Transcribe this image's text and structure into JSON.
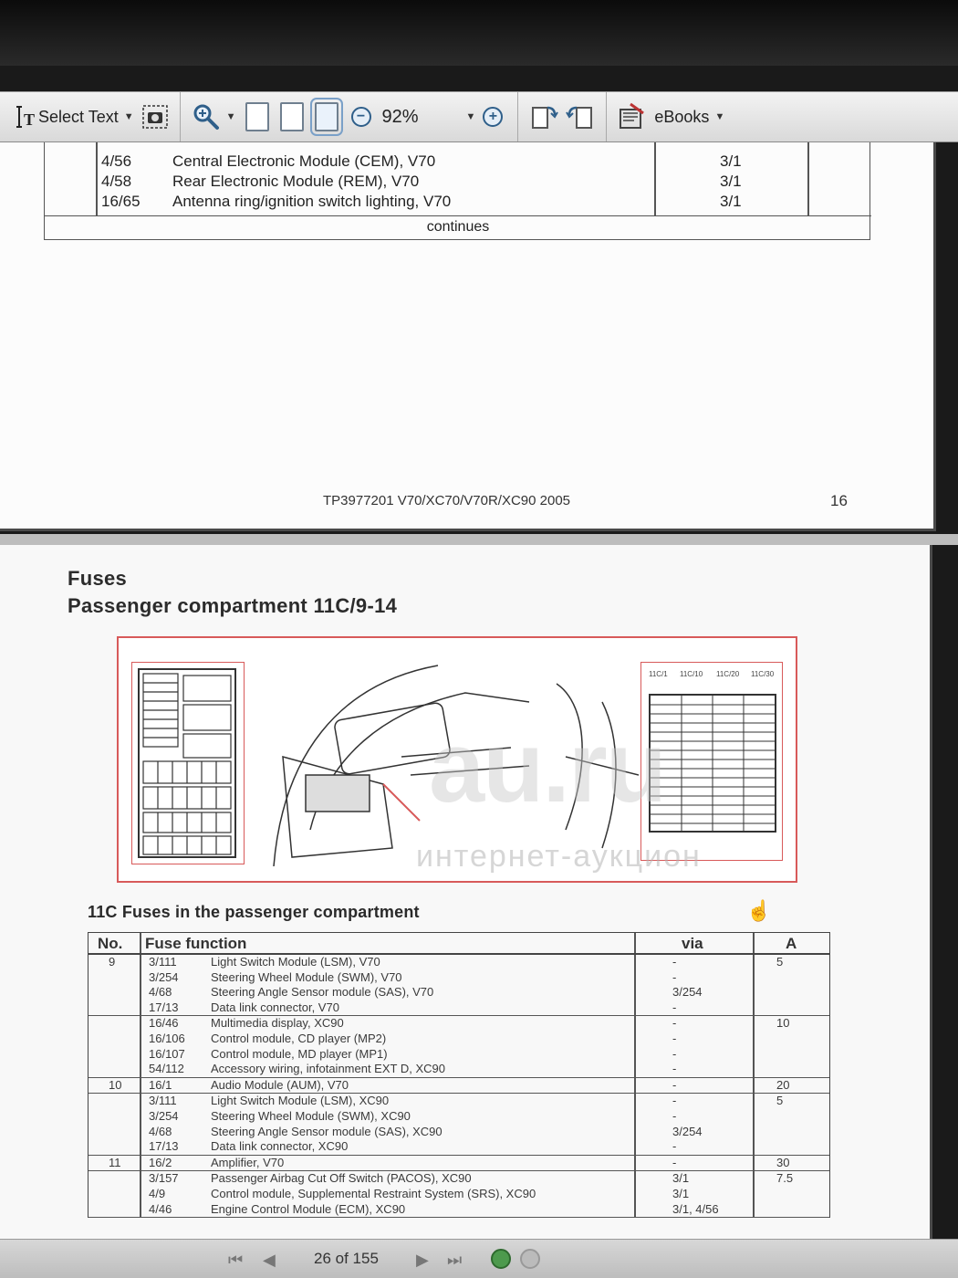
{
  "toolbar": {
    "select_text_label": "Select Text",
    "zoom_value": "92%",
    "ebooks_label": "eBooks"
  },
  "page_top": {
    "rows": [
      {
        "code": "4/56",
        "function": "Central Electronic Module (CEM), V70",
        "via": "3/1"
      },
      {
        "code": "4/58",
        "function": "Rear Electronic Module (REM), V70",
        "via": "3/1"
      },
      {
        "code": "16/65",
        "function": "Antenna ring/ignition switch lighting, V70",
        "via": "3/1"
      }
    ],
    "continues": "continues",
    "footer": "TP3977201 V70/XC70/V70R/XC90 2005",
    "page_number": "16"
  },
  "page_bottom": {
    "heading": "Fuses",
    "subheading": "Passenger compartment 11C/9-14",
    "diagram_labels": [
      "11C/1",
      "11C/10",
      "11C/20",
      "11C/30"
    ],
    "table_title": "11C Fuses in the passenger compartment",
    "columns": {
      "no": "No.",
      "function": "Fuse function",
      "via": "via",
      "a": "A"
    },
    "groups": [
      {
        "no": "9",
        "a": "5",
        "lines": [
          {
            "code": "3/111",
            "fn": "Light Switch Module (LSM), V70",
            "via": "-"
          },
          {
            "code": "3/254",
            "fn": "Steering Wheel Module (SWM), V70",
            "via": "-"
          },
          {
            "code": "4/68",
            "fn": "Steering Angle Sensor module (SAS), V70",
            "via": "3/254"
          },
          {
            "code": "17/13",
            "fn": "Data link connector, V70",
            "via": "-"
          }
        ]
      },
      {
        "no": "",
        "a": "10",
        "lines": [
          {
            "code": "16/46",
            "fn": "Multimedia display, XC90",
            "via": "-"
          },
          {
            "code": "16/106",
            "fn": "Control module, CD player (MP2)",
            "via": "-"
          },
          {
            "code": "16/107",
            "fn": "Control module, MD player (MP1)",
            "via": "-"
          },
          {
            "code": "54/112",
            "fn": "Accessory wiring, infotainment EXT D, XC90",
            "via": "-"
          }
        ]
      },
      {
        "no": "10",
        "a": "20",
        "lines": [
          {
            "code": "16/1",
            "fn": "Audio Module (AUM), V70",
            "via": "-"
          }
        ]
      },
      {
        "no": "",
        "a": "5",
        "lines": [
          {
            "code": "3/111",
            "fn": "Light Switch Module (LSM), XC90",
            "via": "-"
          },
          {
            "code": "3/254",
            "fn": "Steering Wheel Module (SWM), XC90",
            "via": "-"
          },
          {
            "code": "4/68",
            "fn": "Steering Angle Sensor module (SAS), XC90",
            "via": "3/254"
          },
          {
            "code": "17/13",
            "fn": "Data link connector, XC90",
            "via": "-"
          }
        ]
      },
      {
        "no": "11",
        "a": "30",
        "lines": [
          {
            "code": "16/2",
            "fn": "Amplifier, V70",
            "via": "-"
          }
        ]
      },
      {
        "no": "",
        "a": "7.5",
        "lines": [
          {
            "code": "3/157",
            "fn": "Passenger Airbag Cut Off Switch (PACOS), XC90",
            "via": "3/1"
          },
          {
            "code": "4/9",
            "fn": "Control module, Supplemental Restraint System (SRS), XC90",
            "via": "3/1"
          },
          {
            "code": "4/46",
            "fn": "Engine Control Module (ECM), XC90",
            "via": "3/1, 4/56"
          }
        ]
      }
    ]
  },
  "watermark": {
    "logo": "au.ru",
    "text": "интернет-аукцион"
  },
  "statusbar": {
    "page_indicator": "26 of 155"
  }
}
